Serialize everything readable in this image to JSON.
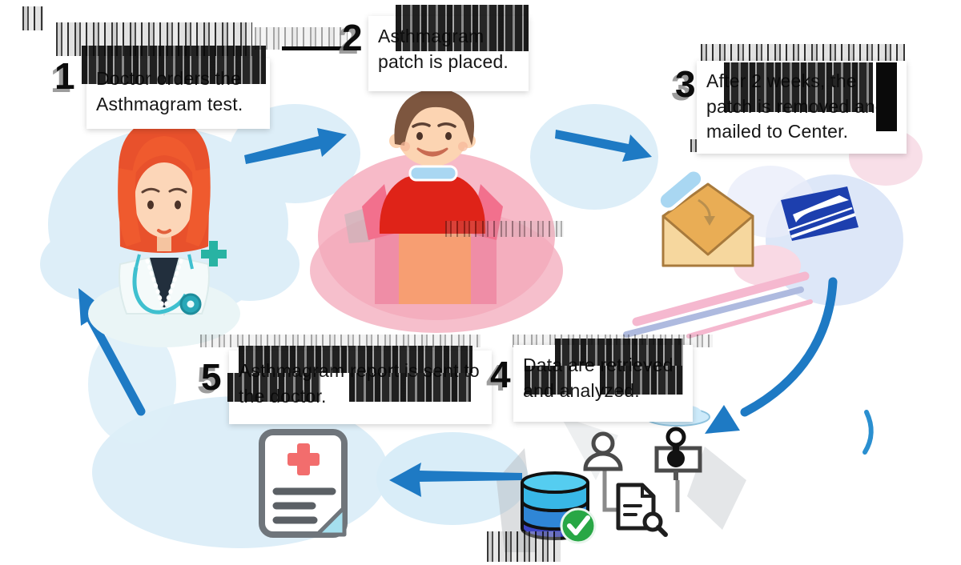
{
  "diagram": {
    "steps": [
      {
        "number": "1",
        "label": "Doctor orders the Asthmagram test."
      },
      {
        "number": "2",
        "label": "Asthmagram patch is placed."
      },
      {
        "number": "3",
        "label": "After 2 weeks, the patch is removed and mailed to Center."
      },
      {
        "number": "4",
        "label": "Data are retrieved and analyzed."
      },
      {
        "number": "5",
        "label": "Asthmagram report is sent to the doctor."
      }
    ],
    "illustrations": [
      "doctor-illustration",
      "patient-boy-illustration",
      "asthmagram-patch-icon",
      "envelope-icon",
      "usps-logo",
      "database-icon",
      "checkmark-icon",
      "person-icon",
      "stamp-analyzer-icon",
      "document-search-icon",
      "medical-report-icon",
      "cloud-patch-icon"
    ],
    "colors": {
      "arrow_blue": "#1e7ac4",
      "blob_light_blue": "#ddeef8",
      "blob_pink": "#f7bac8",
      "usps_blue": "#1d3fae",
      "database_top": "#55cdf0",
      "database_mid": "#2f86d6",
      "database_bottom": "#3c45c4",
      "check_green": "#28a745",
      "report_cross_red": "#f26d6d",
      "patch_blue": "#a9d7f2",
      "envelope_tan": "#f6d79e",
      "doctor_hair_orange": "#e8512c",
      "boy_shirt_red": "#df2318",
      "teal_accent": "#29a8b8"
    }
  }
}
